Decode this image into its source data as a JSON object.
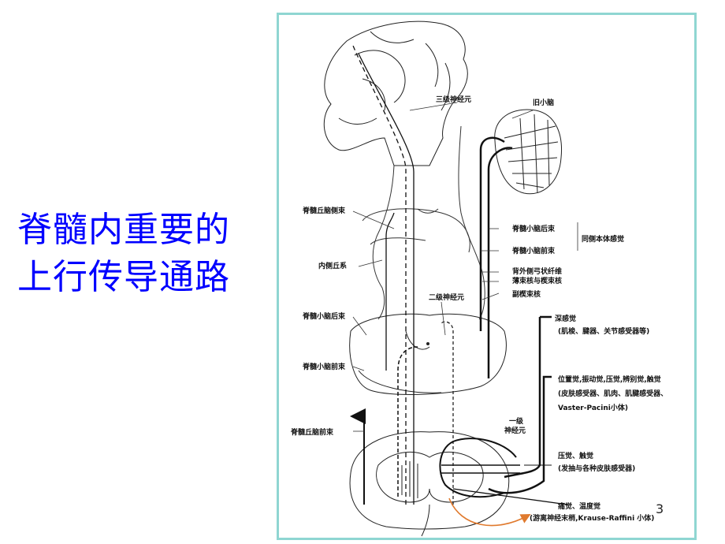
{
  "title": {
    "line1": "脊髓内重要的",
    "line2": "上行传导通路"
  },
  "page_number": "3",
  "colors": {
    "title": "#0000ff",
    "frame": "#8fd6d2",
    "arc_arrow": "#e07a2e"
  },
  "labels": {
    "third_neuron": "三级神经元",
    "old_cerebellum": "旧小脑",
    "spinothalamic_lateral": "脊髓丘脑侧束",
    "medial_lemniscus": "内侧丘系",
    "post_spinocerebellar_1": "脊髓小脑后束",
    "ant_spinocerebellar_1": "脊髓小脑前束",
    "same_side_proprio": "同侧本体感觉",
    "ext_arcuate": "背外侧弓状纤维",
    "gracile_cuneate": "薄束核与楔束核",
    "acc_cuneate": "副楔束核",
    "second_neuron": "二级神经元",
    "post_spinocerebellar_2": "脊髓小脑后束",
    "ant_spinocerebellar_2": "脊髓小脑前束",
    "deep_sense": "深感觉",
    "deep_sense_receptors": "(肌梭、腱器、关节感受器等)",
    "position_sense": "位置觉,振动觉,压觉,辨别觉,触觉",
    "position_receptors": "(皮肤感受器、肌肉、肌腱感受器、",
    "vater_pacini": "Vaster-Pacini小体)",
    "spinothalamic_anterior": "脊髓丘脑前束",
    "first_neuron_1": "一级",
    "first_neuron_2": "神经元",
    "pressure_touch": "压觉、触觉",
    "pressure_receptors": "(发抽与各种皮肤感受器)",
    "pain_temp": "痛觉、温度觉",
    "pain_receptors": "(游离神经末梢,Krause-Raffini 小体)"
  }
}
